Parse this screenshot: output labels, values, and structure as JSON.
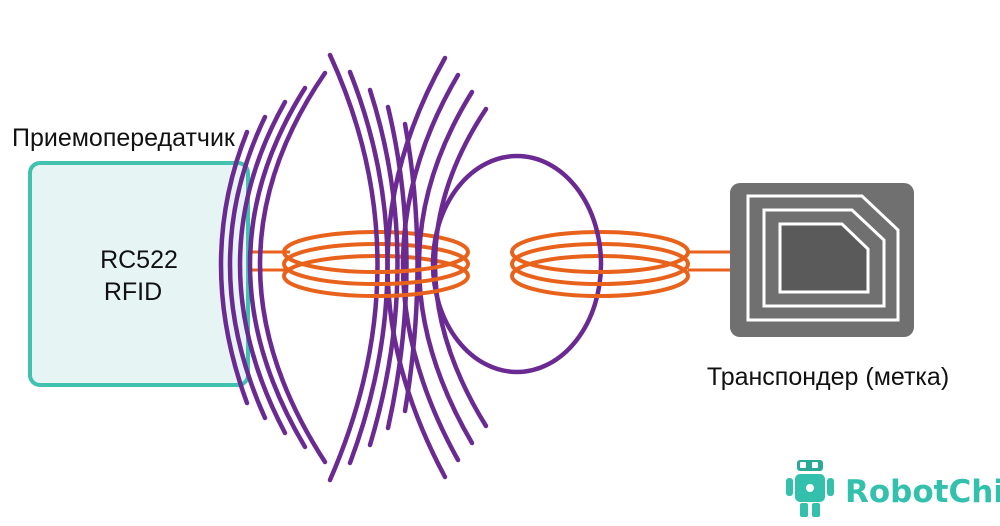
{
  "reader": {
    "title": "Приемопередатчик",
    "model_line1": "RC522",
    "model_line2": "RFID"
  },
  "transponder": {
    "label": "Транспондер (метка)"
  },
  "watermark": {
    "brand": "RobotChip"
  },
  "colors": {
    "reader_border": "#40c2ae",
    "reader_fill": "#e7f4f4",
    "coil": "#e8621c",
    "field_lines": "#6a2a92",
    "tag_fill": "#707070",
    "tag_antenna": "#ffffff",
    "brand": "#33c0ad"
  },
  "icons": {
    "logo": "robot-icon"
  }
}
